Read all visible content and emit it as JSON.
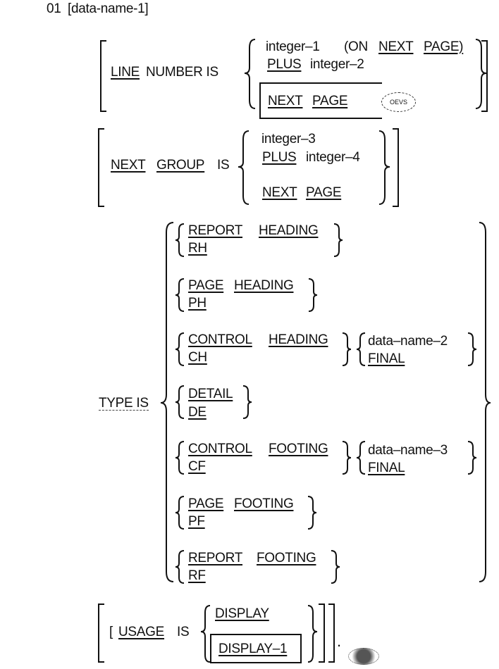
{
  "header": {
    "level": "01",
    "name_clause": "[data-name-1]"
  },
  "line_number": {
    "keyword": "LINE",
    "rest": "NUMBER IS",
    "opt1": {
      "integer": "integer–1",
      "open": "(ON",
      "next": "NEXT",
      "page": "PAGE)"
    },
    "opt2": {
      "plus": "PLUS",
      "integer": "integer–2"
    },
    "opt3": {
      "next": "NEXT",
      "page": "PAGE",
      "bubble": "OEVS"
    }
  },
  "next_group": {
    "next": "NEXT",
    "group": "GROUP",
    "is": "IS",
    "opt1": "integer–3",
    "opt2": {
      "plus": "PLUS",
      "integer": "integer–4"
    },
    "opt3": {
      "next": "NEXT",
      "page": "PAGE"
    }
  },
  "type": {
    "label": "TYPE IS",
    "items": [
      {
        "w1": "REPORT",
        "w2": "HEADING",
        "abbr": "RH"
      },
      {
        "w1": "PAGE",
        "w2": "HEADING",
        "abbr": "PH"
      },
      {
        "w1": "CONTROL",
        "w2": "HEADING",
        "abbr": "CH",
        "opt1": "data–name–2",
        "opt2": "FINAL"
      },
      {
        "w1": "DETAIL",
        "abbr": "DE"
      },
      {
        "w1": "CONTROL",
        "w2": "FOOTING",
        "abbr": "CF",
        "opt1": "data–name–3",
        "opt2": "FINAL"
      },
      {
        "w1": "PAGE",
        "w2": "FOOTING",
        "abbr": "PF"
      },
      {
        "w1": "REPORT",
        "w2": "FOOTING",
        "abbr": "RF"
      }
    ]
  },
  "usage": {
    "open": "[",
    "usage": "USAGE",
    "is": "IS",
    "opt1": "DISPLAY",
    "opt2": "DISPLAY–1",
    "terminator": "."
  },
  "colors": {
    "ink": "#111111",
    "paper": "#ffffff"
  }
}
